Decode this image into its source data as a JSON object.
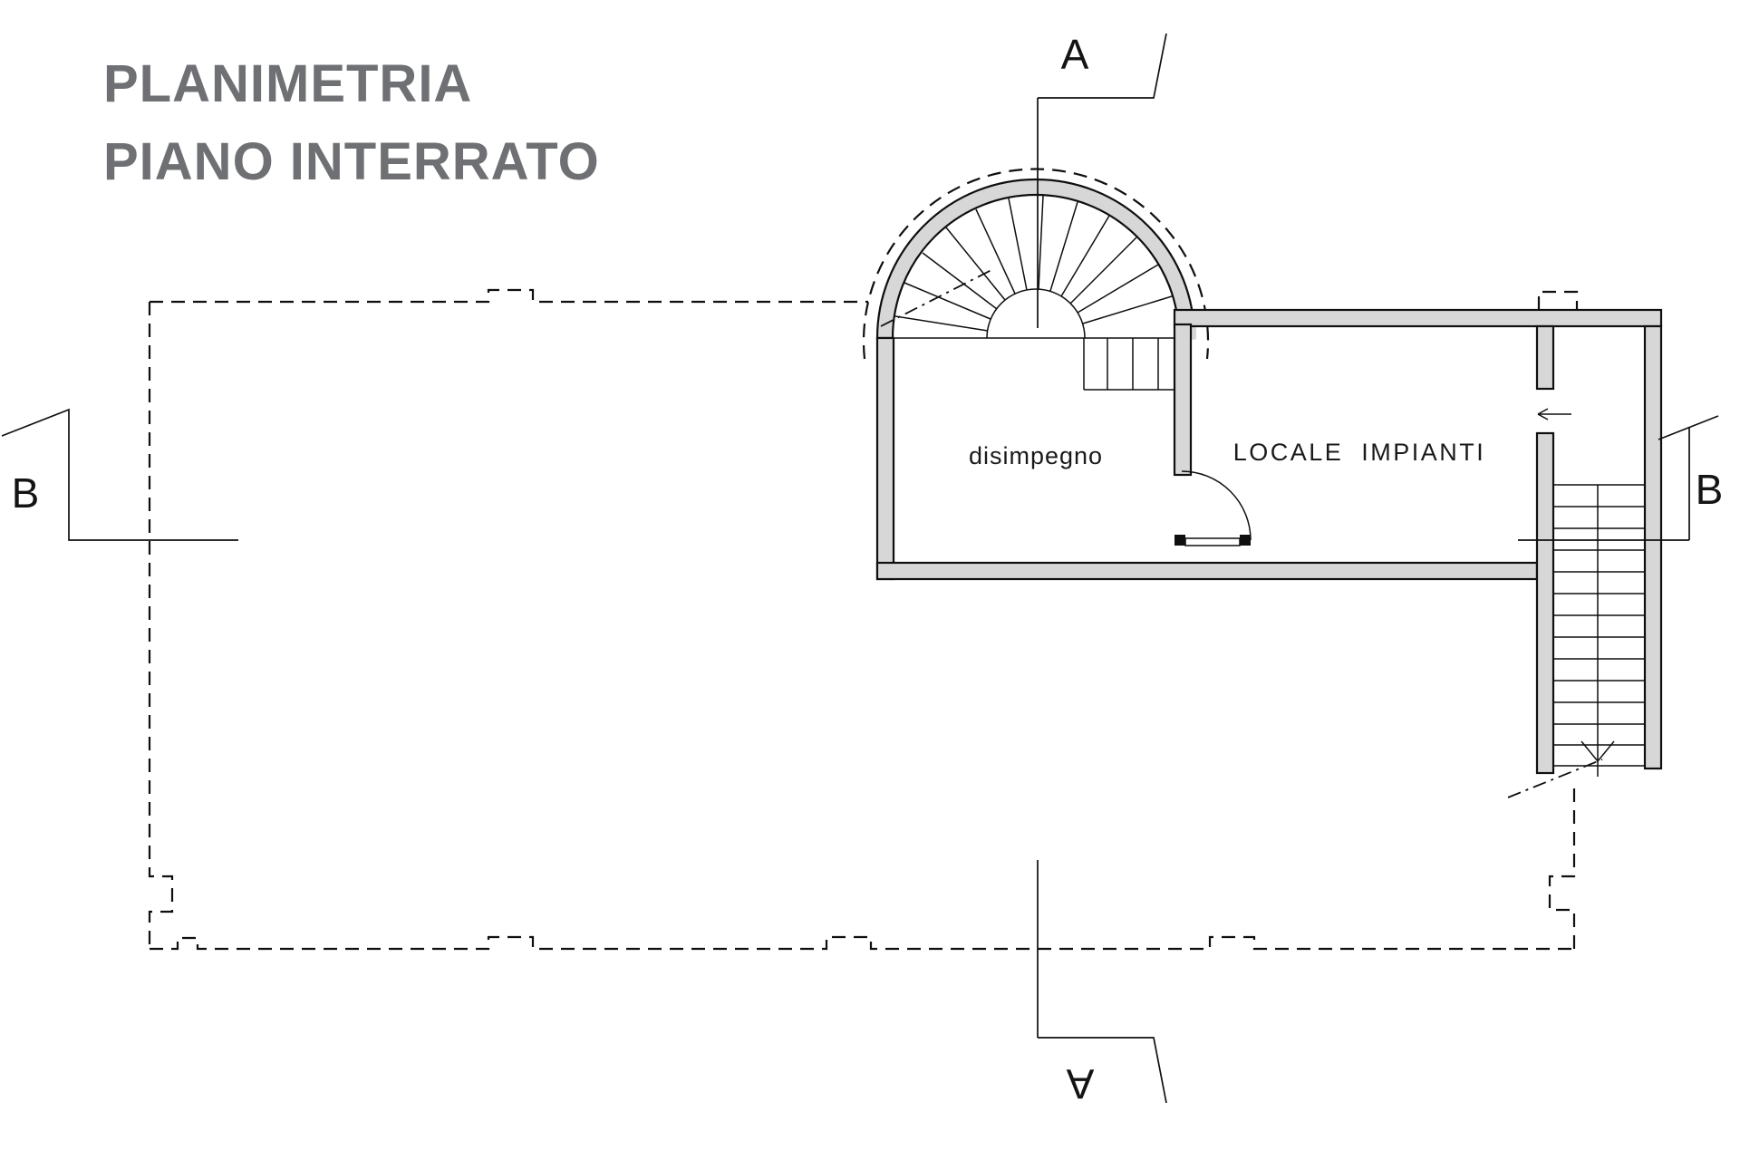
{
  "title": {
    "line1": "PLANIMETRIA",
    "line2": "PIANO INTERRATO"
  },
  "rooms": {
    "disimpegno": "disimpegno",
    "locale_impianti": "LOCALE  IMPIANTI"
  },
  "section_markers": {
    "a_top": "A",
    "a_bottom": "A",
    "b_left": "B",
    "b_right": "B"
  },
  "colors": {
    "title": "#6e7073",
    "wall_fill": "#d7d7d7",
    "line": "#111111",
    "background": "#ffffff"
  }
}
